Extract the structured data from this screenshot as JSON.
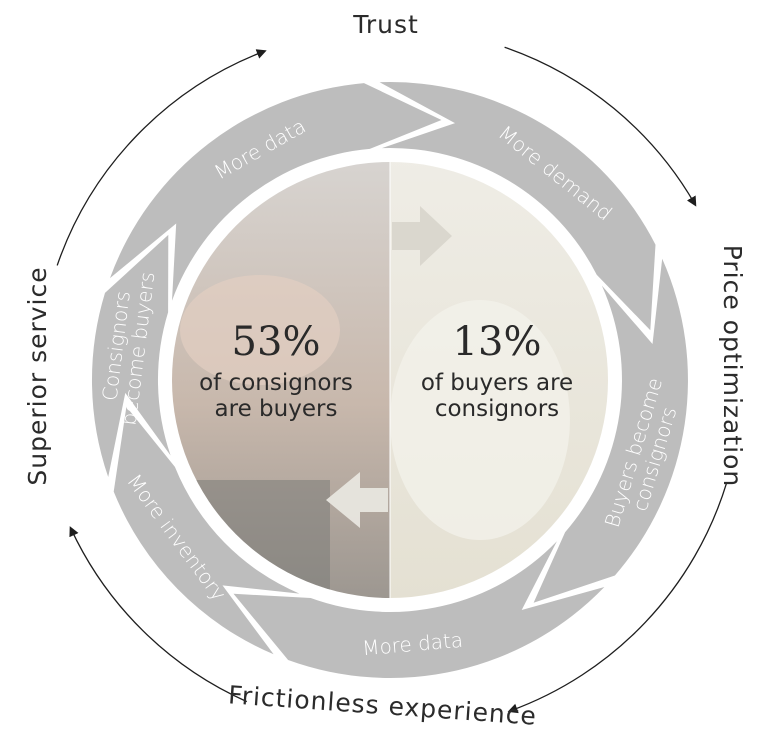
{
  "outer_labels": {
    "top": "Trust",
    "right": "Price optimization",
    "bottom": "Frictionless experience",
    "left": "Superior service"
  },
  "segments": [
    {
      "label_lines": [
        "More data"
      ]
    },
    {
      "label_lines": [
        "More demand"
      ]
    },
    {
      "label_lines": [
        "Buyers become",
        "consignors"
      ]
    },
    {
      "label_lines": [
        "More data"
      ]
    },
    {
      "label_lines": [
        "More inventory"
      ]
    },
    {
      "label_lines": [
        "Consignors",
        "become buyers"
      ]
    }
  ],
  "center": {
    "left_pct": "53%",
    "left_line1": "of consignors",
    "left_line2": "are buyers",
    "right_pct": "13%",
    "right_line1": "of buyers are",
    "right_line2": "consignors"
  },
  "colors": {
    "segment": "#bdbdbd",
    "text_dark": "#2b2b2b",
    "center_left": "#c9bcb2",
    "center_right": "#e9e6da"
  }
}
